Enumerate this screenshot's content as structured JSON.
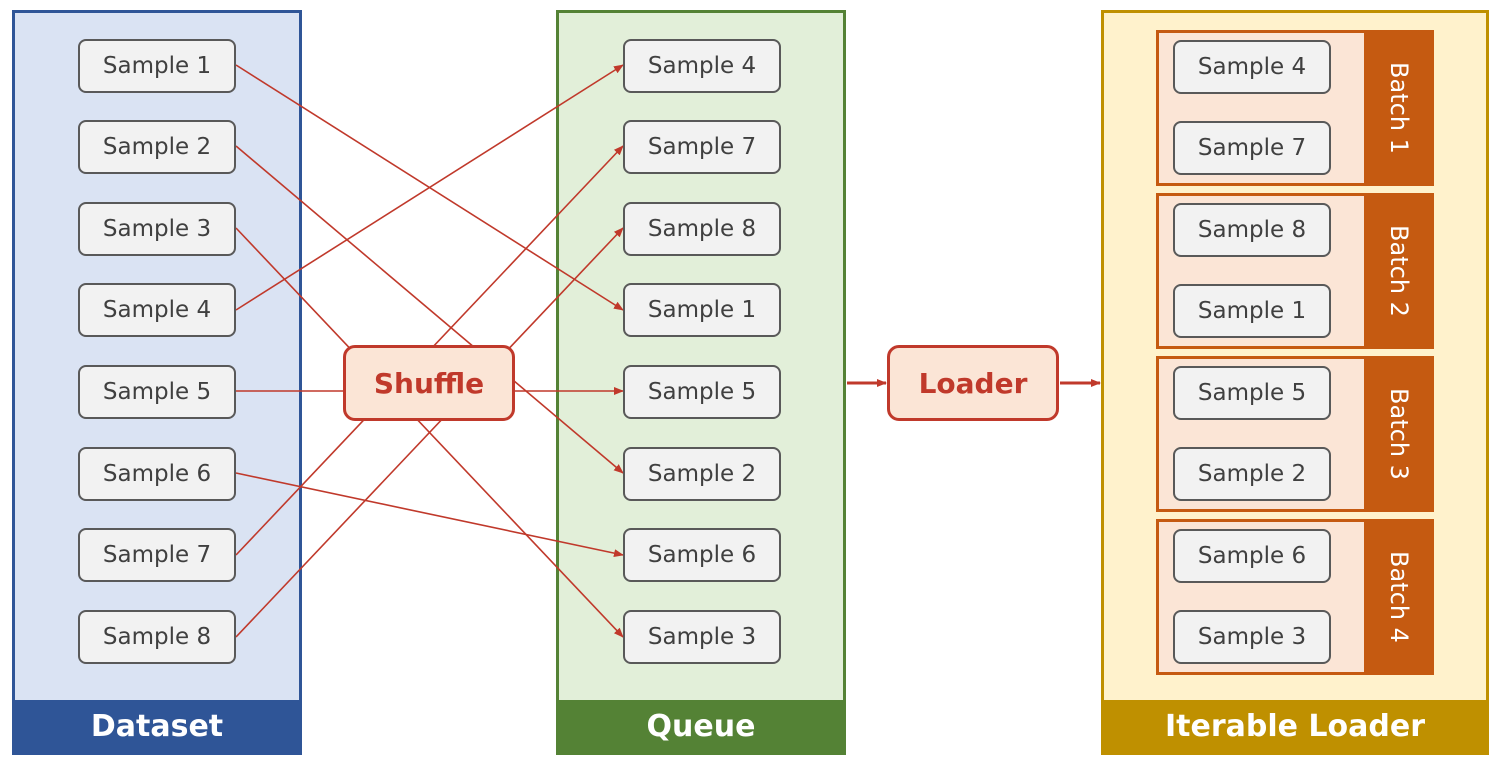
{
  "panels": {
    "dataset": "Dataset",
    "queue": "Queue",
    "iterable_loader": "Iterable Loader"
  },
  "operations": {
    "shuffle": "Shuffle",
    "loader": "Loader"
  },
  "dataset_samples": [
    "Sample 1",
    "Sample 2",
    "Sample 3",
    "Sample 4",
    "Sample 5",
    "Sample 6",
    "Sample 7",
    "Sample 8"
  ],
  "queue_samples": [
    "Sample 4",
    "Sample 7",
    "Sample 8",
    "Sample 1",
    "Sample 5",
    "Sample 2",
    "Sample 6",
    "Sample 3"
  ],
  "batches": [
    {
      "label": "Batch 1",
      "samples": [
        "Sample 4",
        "Sample 7"
      ]
    },
    {
      "label": "Batch 2",
      "samples": [
        "Sample 8",
        "Sample 1"
      ]
    },
    {
      "label": "Batch 3",
      "samples": [
        "Sample 5",
        "Sample 2"
      ]
    },
    {
      "label": "Batch 4",
      "samples": [
        "Sample 6",
        "Sample 3"
      ]
    }
  ],
  "colors": {
    "dataset": "#2f5597",
    "queue": "#548235",
    "iterable_loader": "#bf9000",
    "batch": "#c55a11",
    "arrow": "#c0392b"
  }
}
